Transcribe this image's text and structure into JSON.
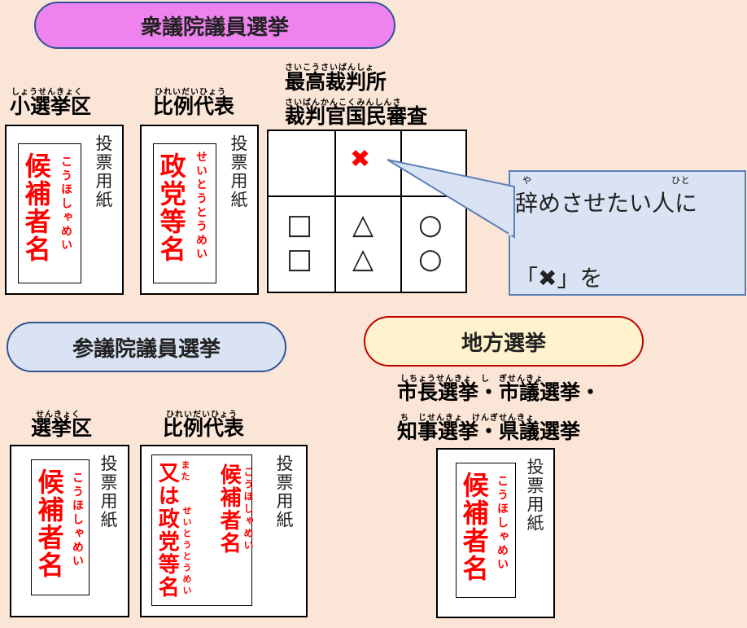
{
  "pills": {
    "house_of_representatives": "衆議院議員選挙",
    "house_of_councillors": "参議院議員選挙",
    "local": "地方選挙"
  },
  "headings": {
    "single_member": {
      "text": "小選挙区",
      "ruby": "しょうせんきょく"
    },
    "proportional_hr": {
      "text": "比例代表",
      "ruby": "ひれいだいひょう"
    },
    "supreme_court_line1": {
      "text": "最高裁判所",
      "ruby": "さいこうさいばんしょ"
    },
    "supreme_court_line2": {
      "text": "裁判官国民審査",
      "ruby": "さいばんかんこくみんしんさ"
    },
    "constituency": {
      "text": "選挙区",
      "ruby": "せんきょく"
    },
    "proportional_hc": {
      "text": "比例代表",
      "ruby": "ひれいだいひょう"
    },
    "local_line1": {
      "text": "市長選挙・市議選挙・",
      "ruby": "しちょうせんきょ　し　ぎせんきょ"
    },
    "local_line2": {
      "text": "知事選挙・県議選挙",
      "ruby": "ち　じせんきょ　けんぎせんきょ"
    }
  },
  "ballot_label": "投票用紙",
  "ballots": {
    "candidate_name": "候補者名",
    "candidate_reading": "こうほしゃめい",
    "party_name": "政党等名",
    "party_reading": "せいとうとうめい",
    "or_text": "又は",
    "or_reading": "また"
  },
  "review_grid": {
    "cross_mark": "✖",
    "symbols": [
      "□",
      "□",
      "△",
      "△",
      "○",
      "○"
    ]
  },
  "callout": {
    "line1": "辞めさせたい人に",
    "line1_ruby_ya": "や",
    "line1_ruby_hito": "ひと",
    "line2": "「✖」を"
  }
}
